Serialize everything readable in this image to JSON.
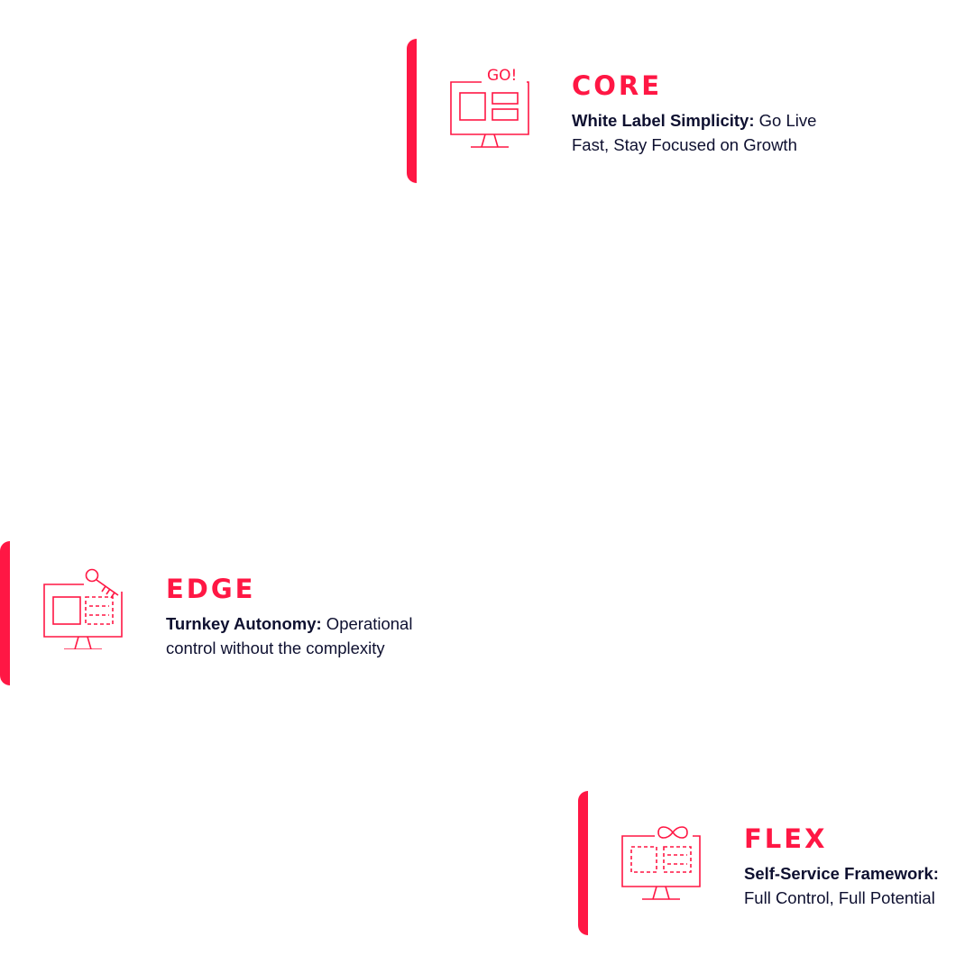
{
  "colors": {
    "accent": "#ff1744",
    "text": "#0e1030",
    "background": "#ffffff"
  },
  "cards": [
    {
      "key": "core",
      "title": "CORE",
      "lead": "White Label Simplicity:",
      "rest": " Go Live Fast, Stay Focused on Growth",
      "icon": "monitor-go-icon",
      "icon_label": "GO!"
    },
    {
      "key": "edge",
      "title": "EDGE",
      "lead": "Turnkey Autonomy:",
      "rest": " Operational control without the complexity",
      "icon": "monitor-key-icon"
    },
    {
      "key": "flex",
      "title": "FLEX",
      "lead": "Self-Service Framework:",
      "rest": " Full Control, Full Potential",
      "icon": "monitor-infinity-icon"
    }
  ]
}
